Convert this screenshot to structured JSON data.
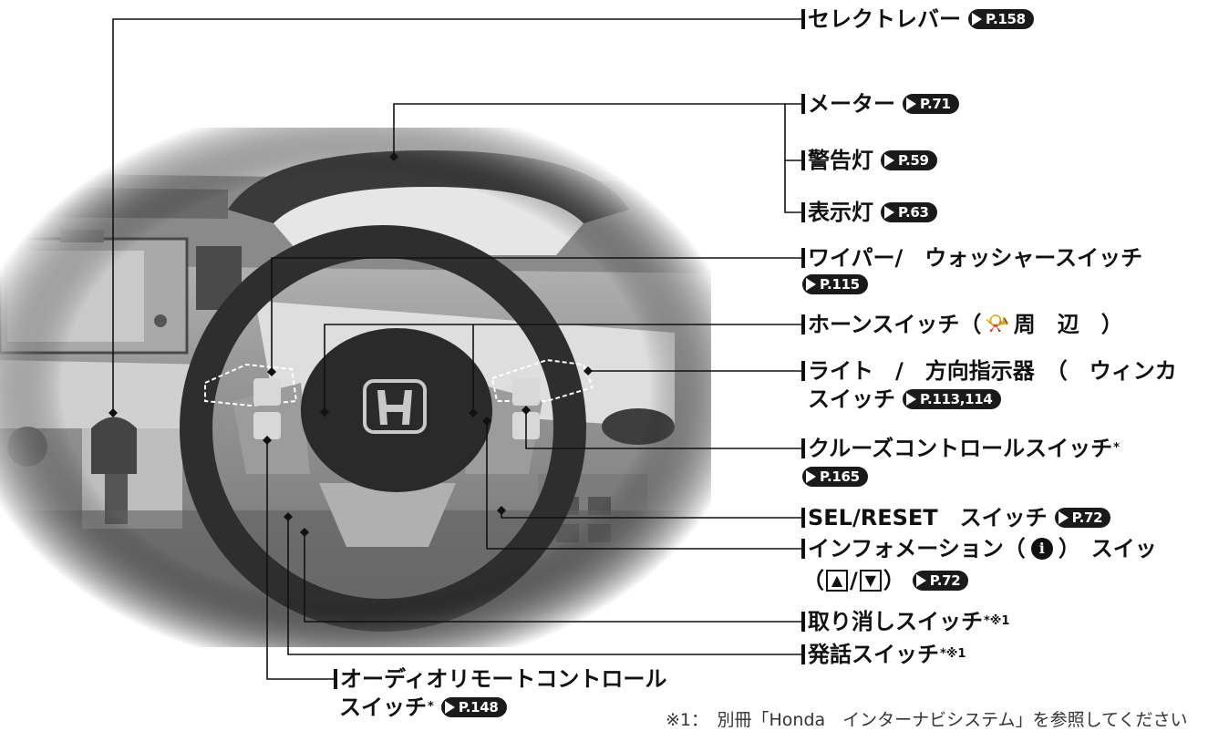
{
  "labels": {
    "select_lever": {
      "text": "セレクトレバー",
      "page": "P.158"
    },
    "meter": {
      "text": "メーター",
      "page": "P.71"
    },
    "warning_light": {
      "text": "警告灯",
      "page": "P.59"
    },
    "indicator_light": {
      "text": "表示灯",
      "page": "P.63"
    },
    "wiper": {
      "text": "ワイパー/　ウォッシャースイッチ",
      "page": "P.115"
    },
    "horn": {
      "text_before": "ホーンスイッチ（",
      "text_after": "周　辺　）"
    },
    "light": {
      "line1": "ライト　/　方向指示器　（　ウィンカ",
      "line2": "スイッチ",
      "page": "P.113,114"
    },
    "cruise": {
      "text": "クルーズコントロールスイッチ",
      "mark": "*",
      "page": "P.165"
    },
    "sel_reset": {
      "text": "SEL/RESET　スイッチ",
      "page": "P.72"
    },
    "info": {
      "text_before": "インフォメーション（",
      "text_after": "）　スイッ",
      "line2_open": "（",
      "line2_slash": "/",
      "line2_close": "）",
      "page": "P.72"
    },
    "cancel": {
      "text": "取り消しスイッチ",
      "mark": "*※1"
    },
    "talk": {
      "text": "発話スイッチ",
      "mark": "*※1"
    },
    "audio": {
      "line1": "オーディオリモートコントロール",
      "line2": "スイッチ",
      "mark": "*",
      "page": "P.148"
    }
  },
  "icons": {
    "horn": "horn-icon",
    "info": "info-icon",
    "up": "up-triangle-icon",
    "down": "down-triangle-icon",
    "emblem": "honda-emblem-icon"
  },
  "footnote": "※1：　別冊「Honda　インターナビシステム」を参照してください"
}
